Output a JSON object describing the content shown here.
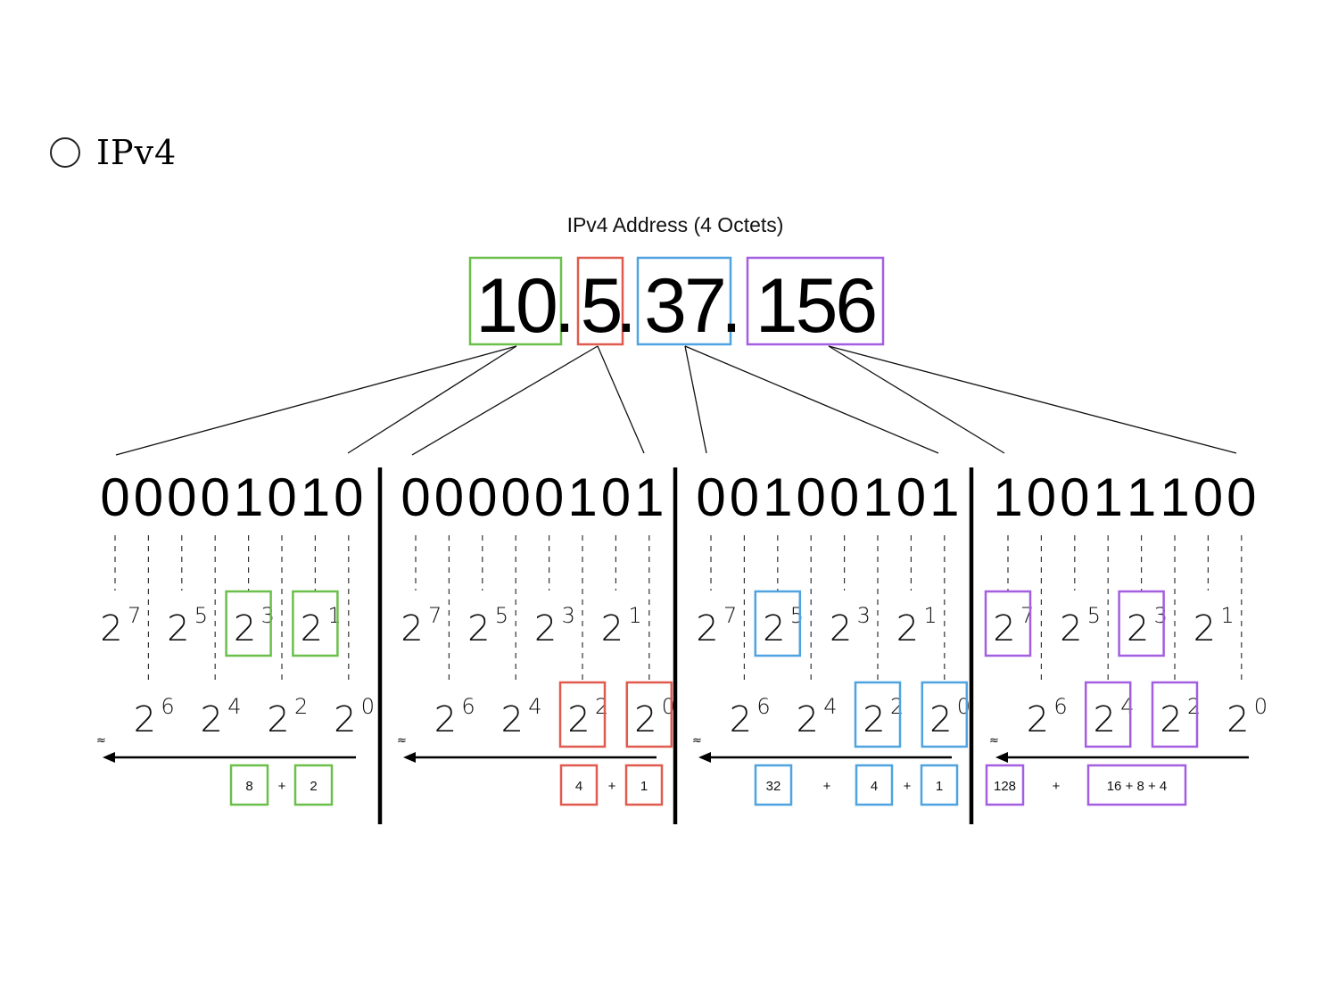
{
  "heading": {
    "label": "IPv4",
    "radio_selected": false
  },
  "diagram": {
    "title": "IPv4 Address (4 Octets)",
    "address_text": "10.5.37.156",
    "octets": [
      {
        "value": "10",
        "color": "#6bbf4b",
        "binary": "00001010",
        "terms": [
          "8",
          "+",
          "2"
        ],
        "highlighted_powers": [
          3,
          1
        ]
      },
      {
        "value": "5",
        "color": "#e05a4f",
        "binary": "00000101",
        "terms": [
          "4",
          "+",
          "1"
        ],
        "highlighted_powers": [
          2,
          0
        ]
      },
      {
        "value": "37",
        "color": "#4fa3e0",
        "binary": "00100101",
        "terms": [
          "32",
          "+",
          "4",
          "+",
          "1"
        ],
        "highlighted_powers": [
          5,
          2,
          0
        ]
      },
      {
        "value": "156",
        "color": "#a35fe0",
        "binary": "10011100",
        "terms": [
          "128",
          "+",
          "16 + 8  + 4"
        ],
        "highlighted_powers": [
          7,
          4,
          3,
          2
        ]
      }
    ],
    "powers_upper": [
      "2",
      "7",
      "2",
      "5",
      "2",
      "3",
      "2",
      "1"
    ],
    "powers_lower": [
      "2",
      "6",
      "2",
      "4",
      "2",
      "2",
      "2",
      "0"
    ],
    "approx_symbol": "≈"
  }
}
